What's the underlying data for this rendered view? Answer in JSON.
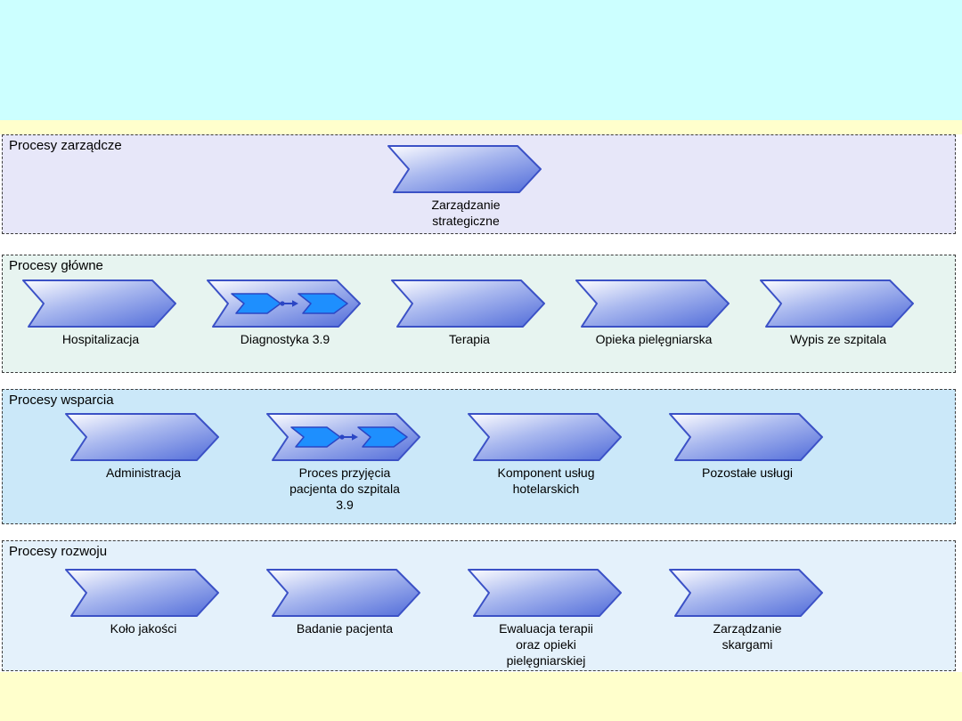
{
  "slide": {
    "colors": {
      "top_band": "#ccffff",
      "bottom_band": "#ffffcc",
      "canvas": "#ffffff",
      "section_border": "#3c3c3c",
      "arrow_outline": "#3b51c6",
      "arrow_gradient": [
        "#fdfdff",
        "#aab9ef",
        "#5872db"
      ],
      "subprocess_arrow_fill": "#1e8ffe"
    }
  },
  "sections": [
    {
      "title": "Procesy zarządcze",
      "bg": "#e7e7f9",
      "processes": [
        {
          "lines": [
            "Zarządzanie",
            "strategiczne"
          ],
          "has_subprocess": false
        }
      ]
    },
    {
      "title": "Procesy główne",
      "bg": "#e7f4f0",
      "processes": [
        {
          "lines": [
            "Hospitalizacja"
          ],
          "has_subprocess": false
        },
        {
          "lines": [
            "Diagnostyka 3.9"
          ],
          "has_subprocess": true
        },
        {
          "lines": [
            "Terapia"
          ],
          "has_subprocess": false
        },
        {
          "lines": [
            "Opieka pielęgniarska"
          ],
          "has_subprocess": false
        },
        {
          "lines": [
            "Wypis ze szpitala"
          ],
          "has_subprocess": false
        }
      ]
    },
    {
      "title": "Procesy wsparcia",
      "bg": "#cbe8f9",
      "processes": [
        {
          "lines": [
            "Administracja"
          ],
          "has_subprocess": false
        },
        {
          "lines": [
            "Proces przyjęcia",
            "pacjenta do szpitala",
            "3.9"
          ],
          "has_subprocess": true
        },
        {
          "lines": [
            "Komponent usług",
            "hotelarskich"
          ],
          "has_subprocess": false
        },
        {
          "lines": [
            "Pozostałe usługi"
          ],
          "has_subprocess": false
        }
      ]
    },
    {
      "title": "Procesy rozwoju",
      "bg": "#e4f1fb",
      "processes": [
        {
          "lines": [
            "Koło jakości"
          ],
          "has_subprocess": false
        },
        {
          "lines": [
            "Badanie pacjenta"
          ],
          "has_subprocess": false
        },
        {
          "lines": [
            "Ewaluacja terapii",
            "oraz opieki",
            "pielęgniarskiej"
          ],
          "has_subprocess": false
        },
        {
          "lines": [
            "Zarządzanie",
            "skargami"
          ],
          "has_subprocess": false
        }
      ]
    }
  ]
}
